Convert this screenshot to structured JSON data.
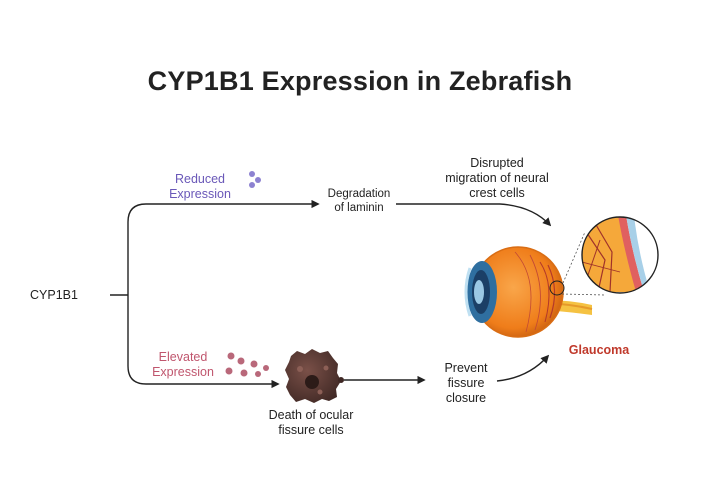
{
  "title": "CYP1B1 Expression in Zebrafish",
  "nodes": {
    "gene": "CYP1B1",
    "reduced_expression": [
      "Reduced",
      "Expression"
    ],
    "elevated_expression": [
      "Elevated",
      "Expression"
    ],
    "degradation": [
      "Degradation",
      "of laminin"
    ],
    "disrupted_migration": [
      "Disrupted",
      "migration of neural",
      "crest cells"
    ],
    "death_cells": [
      "Death of ocular",
      "fissure cells"
    ],
    "prevent_closure": [
      "Prevent",
      "fissure",
      "closure"
    ],
    "outcome": "Glaucoma"
  },
  "colors": {
    "reduced": "#6a58b8",
    "elevated": "#c0566e",
    "glaucoma": "#c0392b",
    "eye_iris": "#f28a1e",
    "cell": "#5a3a34"
  },
  "icons": [
    "reduced-dots-icon",
    "elevated-particles-icon",
    "dying-cell-icon",
    "eye-illustration-icon",
    "magnified-tissue-icon"
  ]
}
